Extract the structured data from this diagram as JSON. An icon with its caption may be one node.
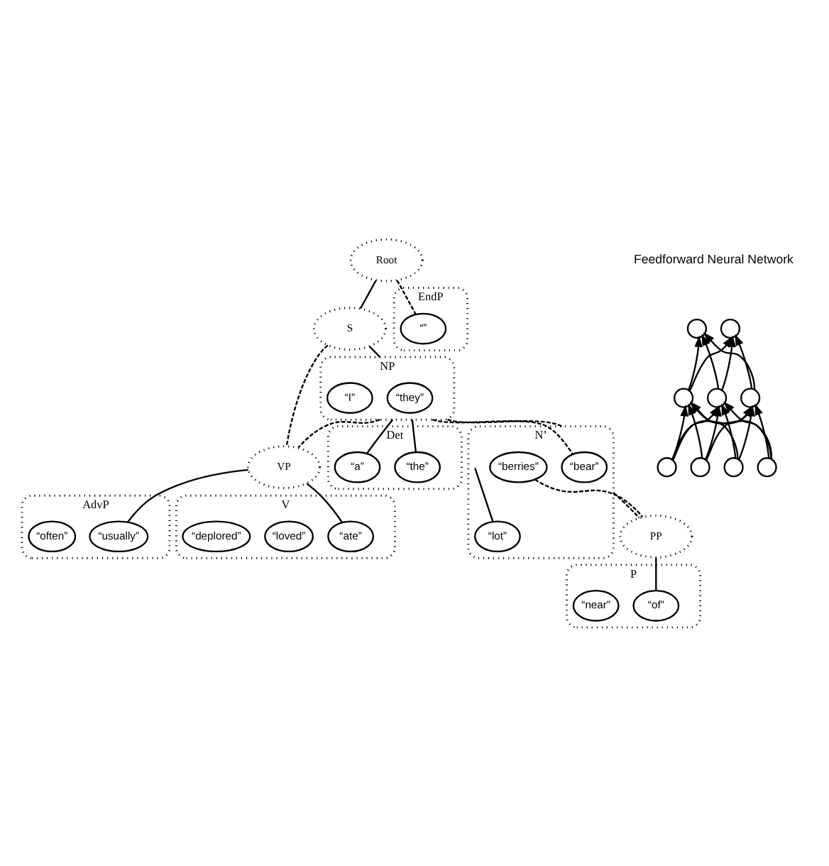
{
  "diagram": {
    "nodes": [
      {
        "text": [
          "Root"
        ]
      },
      {
        "text": [
          "S"
        ]
      },
      {
        "text": [
          "EndP"
        ]
      },
      {
        "text": [
          "“”"
        ],
        "in": 2
      },
      {
        "text": [
          "NP"
        ]
      },
      {
        "text": [
          "“they”"
        ],
        "in": 4
      },
      {
        "text": [
          "“I”"
        ],
        "in": 4
      },
      {
        "text": [
          "VP"
        ]
      },
      {
        "text": [
          "AdvP"
        ]
      },
      {
        "text": [
          "“usually”"
        ],
        "in": 8
      },
      {
        "text": [
          "“often”"
        ],
        "in": 8
      },
      {
        "text": [
          "Det"
        ]
      },
      {
        "text": [
          "“the”"
        ],
        "in": 11
      },
      {
        "text": [
          "“a”"
        ],
        "in": 11
      },
      {
        "text": [
          "N’"
        ]
      },
      {
        "text": [
          "“bear”"
        ],
        "in": 14
      },
      {
        "text": [
          "“lot”"
        ],
        "in": 14
      },
      {
        "text": [
          "“berries”"
        ],
        "in": 14
      },
      {
        "text": [
          "V"
        ]
      },
      {
        "text": [
          "“ate”"
        ],
        "in": 18
      },
      {
        "text": [
          "“loved”"
        ],
        "in": 18
      },
      {
        "text": [
          "“deplored”"
        ],
        "in": 18
      },
      {
        "text": [
          "PP"
        ]
      },
      {
        "text": [
          "P"
        ]
      },
      {
        "text": [
          "“of”"
        ],
        "in": 23
      },
      {
        "text": [
          "“near”"
        ],
        "in": 23
      },
      {
        "text": [],
        "shape": "circle"
      },
      {
        "text": [],
        "shape": "circle"
      },
      {
        "text": [],
        "shape": "circle"
      },
      {
        "text": [],
        "shape": "circle"
      },
      {
        "text": [],
        "shape": "circle"
      },
      {
        "text": [],
        "shape": "circle"
      },
      {
        "text": [],
        "shape": "circle"
      },
      {
        "text": [],
        "shape": "circle"
      },
      {
        "text": [],
        "shape": "circle"
      }
    ],
    "edges": [
      {
        "from": 0,
        "to": 1,
        "arrow": "none"
      },
      {
        "from": 0,
        "to": 3,
        "arrow": "none",
        "style": "dashed"
      },
      {
        "from": 1,
        "to": 4,
        "arrow": "none"
      },
      {
        "from": 1,
        "to": 7,
        "arrow": "none",
        "style": "dashed"
      },
      {
        "from": 4,
        "to": 12,
        "arrow": "none"
      },
      {
        "from": 4,
        "to": 15,
        "arrow": "none",
        "style": "dashed"
      },
      {
        "from": 4,
        "to": 13,
        "arrow": "none"
      },
      {
        "from": 4,
        "to": 7,
        "arrow": "none",
        "style": "dashed"
      },
      {
        "from": 4,
        "to": 14,
        "arrow": "none",
        "style": "dashed"
      },
      {
        "from": 7,
        "to": 9,
        "arrow": "none"
      },
      {
        "from": 7,
        "to": 19,
        "arrow": "none"
      },
      {
        "from": 14,
        "to": 16,
        "arrow": "none"
      },
      {
        "from": 14,
        "to": 22,
        "arrow": "none",
        "style": "dashed"
      },
      {
        "from": 17,
        "to": 22,
        "arrow": "none",
        "style": "dashed"
      },
      {
        "from": 22,
        "to": 24,
        "arrow": "none"
      },
      {
        "from": 31,
        "to": 28,
        "arrow": "to"
      },
      {
        "from": 31,
        "to": 29,
        "arrow": "to"
      },
      {
        "from": 31,
        "to": 30,
        "arrow": "to"
      },
      {
        "from": 32,
        "to": 28,
        "arrow": "to"
      },
      {
        "from": 32,
        "to": 29,
        "arrow": "to"
      },
      {
        "from": 32,
        "to": 30,
        "arrow": "to"
      },
      {
        "from": 33,
        "to": 28,
        "arrow": "to"
      },
      {
        "from": 33,
        "to": 29,
        "arrow": "to"
      },
      {
        "from": 33,
        "to": 30,
        "arrow": "to"
      },
      {
        "from": 34,
        "to": 28,
        "arrow": "to"
      },
      {
        "from": 34,
        "to": 29,
        "arrow": "to"
      },
      {
        "from": 34,
        "to": 30,
        "arrow": "to"
      },
      {
        "from": 28,
        "to": 26,
        "arrow": "to"
      },
      {
        "from": 28,
        "to": 27,
        "arrow": "to"
      },
      {
        "from": 29,
        "to": 26,
        "arrow": "to"
      },
      {
        "from": 29,
        "to": 27,
        "arrow": "to"
      },
      {
        "from": 30,
        "to": 26,
        "arrow": "to"
      },
      {
        "from": 30,
        "to": 27,
        "arrow": "to"
      }
    ],
    "labels": [
      "Feedforward Neural Network"
    ]
  }
}
